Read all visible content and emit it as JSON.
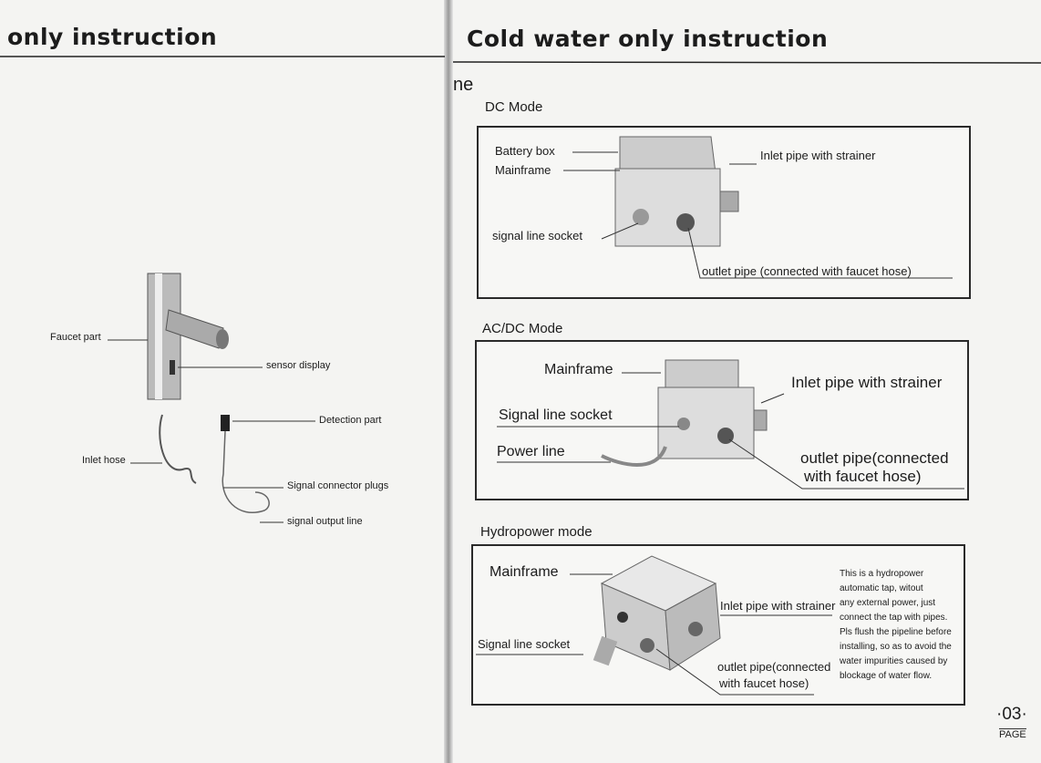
{
  "left_page": {
    "title": "only instruction",
    "labels": {
      "faucet_part": "Faucet part",
      "sensor_display": "sensor display",
      "detection_part": "Detection part",
      "inlet_hose": "Inlet hose",
      "signal_connector_plugs": "Signal connector plugs",
      "signal_output_line": "signal output line"
    }
  },
  "right_page": {
    "title": "Cold water only instruction",
    "fragment": "ne",
    "dc_mode": {
      "heading": "DC Mode",
      "battery_box": "Battery box",
      "mainframe": "Mainframe",
      "signal_line_socket": "signal line socket",
      "inlet_pipe": "Inlet pipe with strainer",
      "outlet_pipe": "outlet pipe (connected with faucet hose)"
    },
    "acdc_mode": {
      "heading": "AC/DC Mode",
      "mainframe": "Mainframe",
      "signal_line_socket": "Signal line socket",
      "power_line": "Power line",
      "inlet_pipe": "Inlet pipe with strainer",
      "outlet_pipe_1": "outlet pipe(connected",
      "outlet_pipe_2": "with faucet hose)"
    },
    "hydropower_mode": {
      "heading": "Hydropower mode",
      "mainframe": "Mainframe",
      "inlet_pipe": "Inlet pipe with strainer",
      "signal_line_socket": "Signal line socket",
      "outlet_pipe_1": "outlet pipe(connected",
      "outlet_pipe_2": "with faucet hose)",
      "note": [
        "This is a hydropower",
        "automatic tap, witout",
        "any external power, just",
        "connect the tap with pipes.",
        "Pls flush the pipeline before",
        "installing, so as to avoid the",
        "water impurities caused by",
        "blockage of water flow."
      ]
    },
    "page_number": "·03·",
    "page_label": "PAGE"
  }
}
